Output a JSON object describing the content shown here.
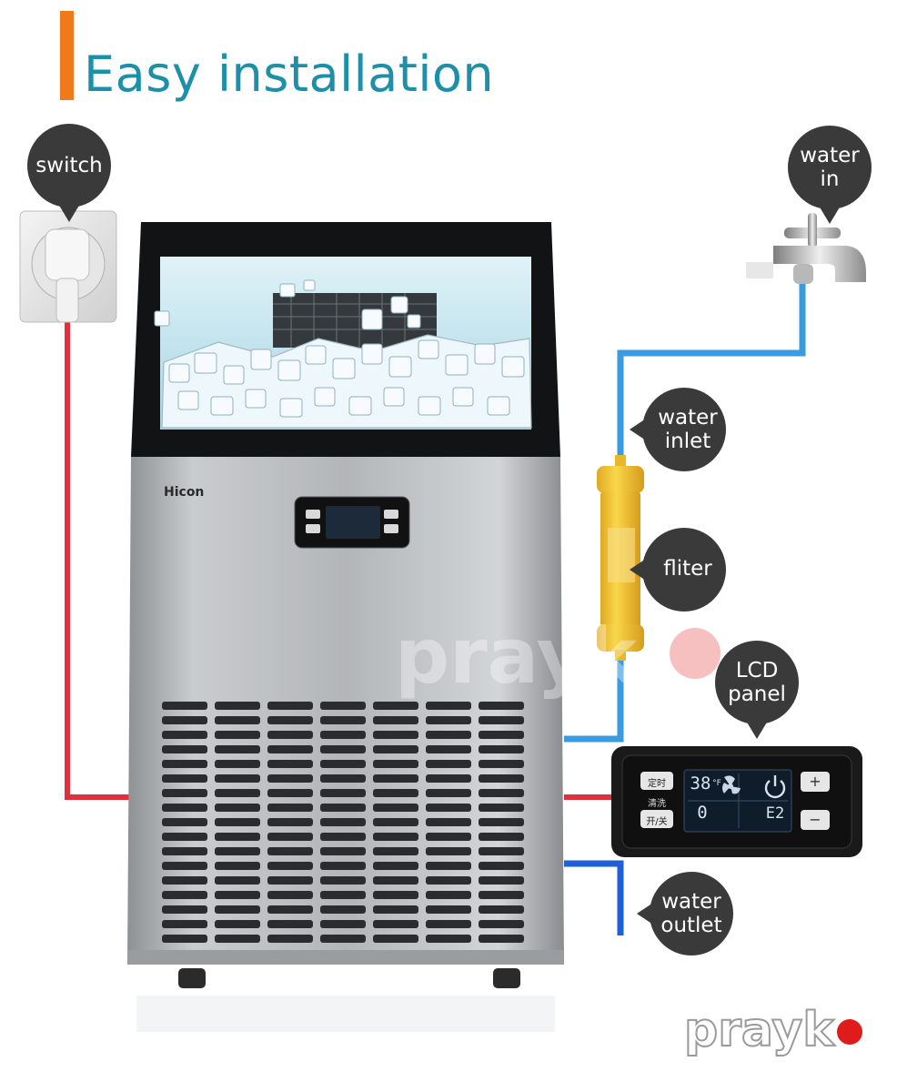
{
  "heading": {
    "text": "Easy installation"
  },
  "callouts": {
    "switch": "switch",
    "water_in": "water\nin",
    "water_inlet": "water\ninlet",
    "filter": "fliter",
    "lcd_panel": "LCD\npanel",
    "water_outlet": "water\noutlet"
  },
  "machine": {
    "brand": "Hicon"
  },
  "lcd": {
    "timer_label": "定时",
    "clean_label": "清洗",
    "power_label": "开/关",
    "plus_label": "+",
    "minus_label": "−",
    "temp_readout": "38",
    "temp_unit": "°F",
    "count_readout": "0",
    "error_code": "E2"
  },
  "watermark": {
    "text": "prayk"
  },
  "colors": {
    "accent_orange": "#f07a1a",
    "heading_teal": "#1e8fa8",
    "callout_bg": "#3a3a3a",
    "power_red": "#e0303e",
    "water_blue": "#3a9be0",
    "outlet_blue": "#1f5fd8",
    "filter_yellow": "#f2c230",
    "steel": "#b9bcbf",
    "watermark_red": "#e01b1b"
  },
  "icons": {
    "callout_shape": "speech-bubble-icon",
    "tap": "water-tap-icon",
    "plug": "power-plug-icon",
    "filter": "water-filter-icon",
    "ice": "ice-cube-icon",
    "fan": "fan-icon",
    "power": "power-icon"
  }
}
